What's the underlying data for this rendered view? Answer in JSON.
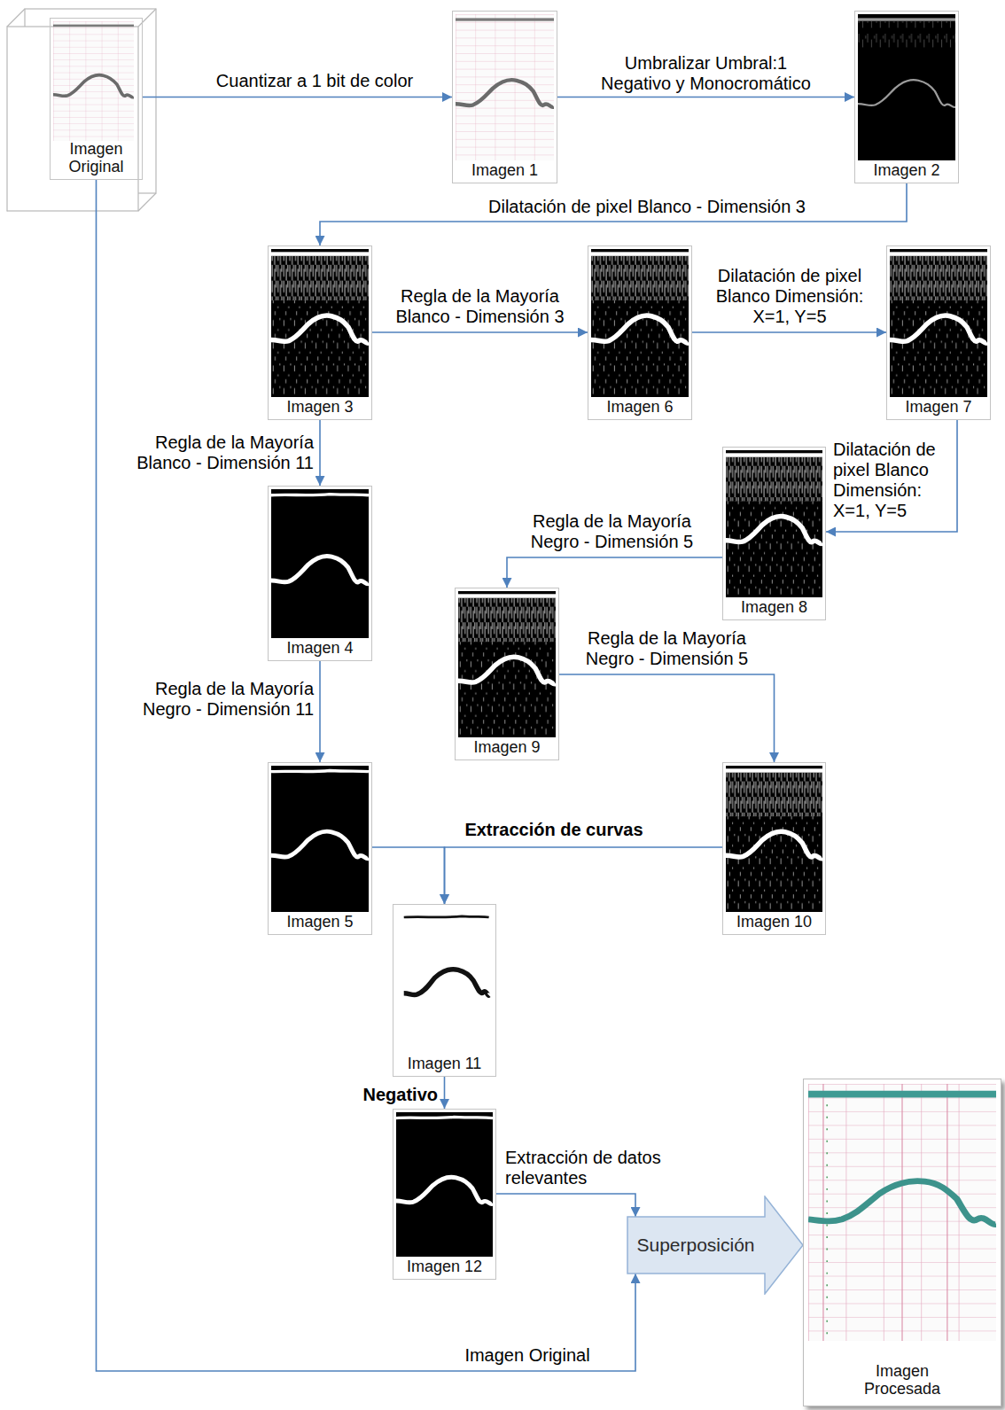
{
  "diagram": {
    "nodes": [
      {
        "text": [
          "Imagen Original"
        ]
      },
      {
        "text": [
          "Imagen 1"
        ]
      },
      {
        "text": [
          "Imagen 2"
        ]
      },
      {
        "text": [
          "Imagen 3"
        ]
      },
      {
        "text": [
          "Imagen 6"
        ]
      },
      {
        "text": [
          "Imagen 7"
        ]
      },
      {
        "text": [
          "Imagen 8"
        ]
      },
      {
        "text": [
          "Imagen 4"
        ]
      },
      {
        "text": [
          "Imagen 9"
        ]
      },
      {
        "text": [
          "Imagen 5"
        ]
      },
      {
        "text": [
          "Imagen 10"
        ]
      },
      {
        "text": [
          "Imagen 11"
        ]
      },
      {
        "text": [
          "Imagen 12"
        ]
      },
      {
        "text": [
          "Superposición"
        ]
      },
      {
        "text": [
          "Imagen Procesada"
        ]
      }
    ],
    "edges": [
      {
        "from": 0,
        "to": 1,
        "arrow": "to",
        "label": "Cuantizar a 1 bit de color"
      },
      {
        "from": 1,
        "to": 2,
        "arrow": "to",
        "label": "Umbralizar Umbral:1 Negativo y Monocromático"
      },
      {
        "from": 2,
        "to": 3,
        "arrow": "to",
        "label": "Dilatación de pixel Blanco - Dimensión 3"
      },
      {
        "from": 3,
        "to": 4,
        "arrow": "to",
        "label": "Regla de la Mayoría Blanco - Dimensión 3"
      },
      {
        "from": 4,
        "to": 5,
        "arrow": "to",
        "label": "Dilatación de pixel Blanco Dimensión: X=1, Y=5"
      },
      {
        "from": 5,
        "to": 6,
        "arrow": "to",
        "label": "Dilatación de pixel Blanco Dimensión: X=1, Y=5"
      },
      {
        "from": 6,
        "to": 8,
        "arrow": "to",
        "label": "Regla de la Mayoría Negro - Dimensión 5"
      },
      {
        "from": 8,
        "to": 10,
        "arrow": "to",
        "label": "Regla de la Mayoría Negro - Dimensión 5"
      },
      {
        "from": 3,
        "to": 7,
        "arrow": "to",
        "label": "Regla de la Mayoría Blanco - Dimensión 11"
      },
      {
        "from": 7,
        "to": 9,
        "arrow": "to",
        "label": "Regla de la Mayoría Negro - Dimensión 11"
      },
      {
        "from": 9,
        "to": 11,
        "arrow": "to"
      },
      {
        "from": 10,
        "to": 11,
        "arrow": "to",
        "label": "Extracción de curvas"
      },
      {
        "from": 11,
        "to": 12,
        "arrow": "to",
        "label": "Negativo"
      },
      {
        "from": 12,
        "to": 13,
        "arrow": "to",
        "label": "Extracción de datos relevantes"
      },
      {
        "from": 0,
        "to": 13,
        "arrow": "to",
        "label": "Imagen Original"
      }
    ]
  }
}
